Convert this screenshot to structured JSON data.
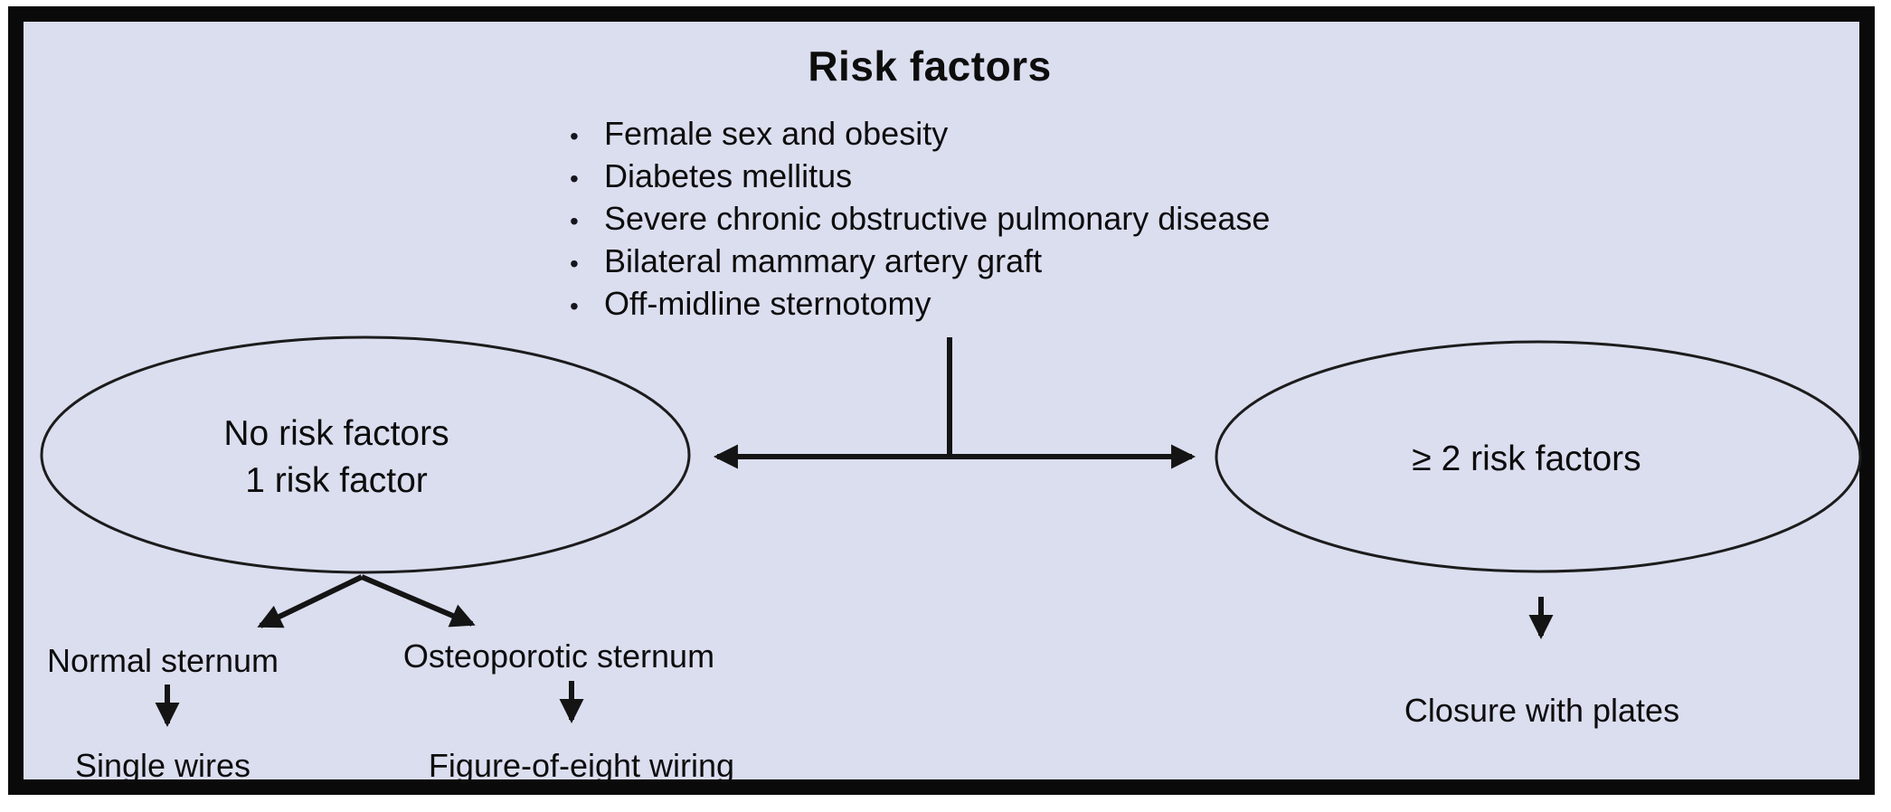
{
  "diagram": {
    "title": "Risk factors",
    "risk_factors": [
      "Female sex and obesity",
      "Diabetes mellitus",
      "Severe chronic obstructive pulmonary disease",
      "Bilateral mammary artery graft",
      "Off-midline sternotomy"
    ],
    "low_risk_node": {
      "line1": "No risk factors",
      "line2": "1 risk factor"
    },
    "high_risk_node": {
      "label": "≥ 2 risk factors",
      "treatment": "Closure with plates"
    },
    "low_risk_outcomes": {
      "normal": {
        "condition": "Normal sternum",
        "treatment": "Single wires"
      },
      "osteoporotic": {
        "condition": "Osteoporotic sternum",
        "treatment": "Figure-of-eight wiring"
      }
    },
    "colors": {
      "background": "#dbdeef",
      "frame": "#0a0a0a",
      "stroke": "#141414",
      "text": "#0d0d0d"
    }
  }
}
